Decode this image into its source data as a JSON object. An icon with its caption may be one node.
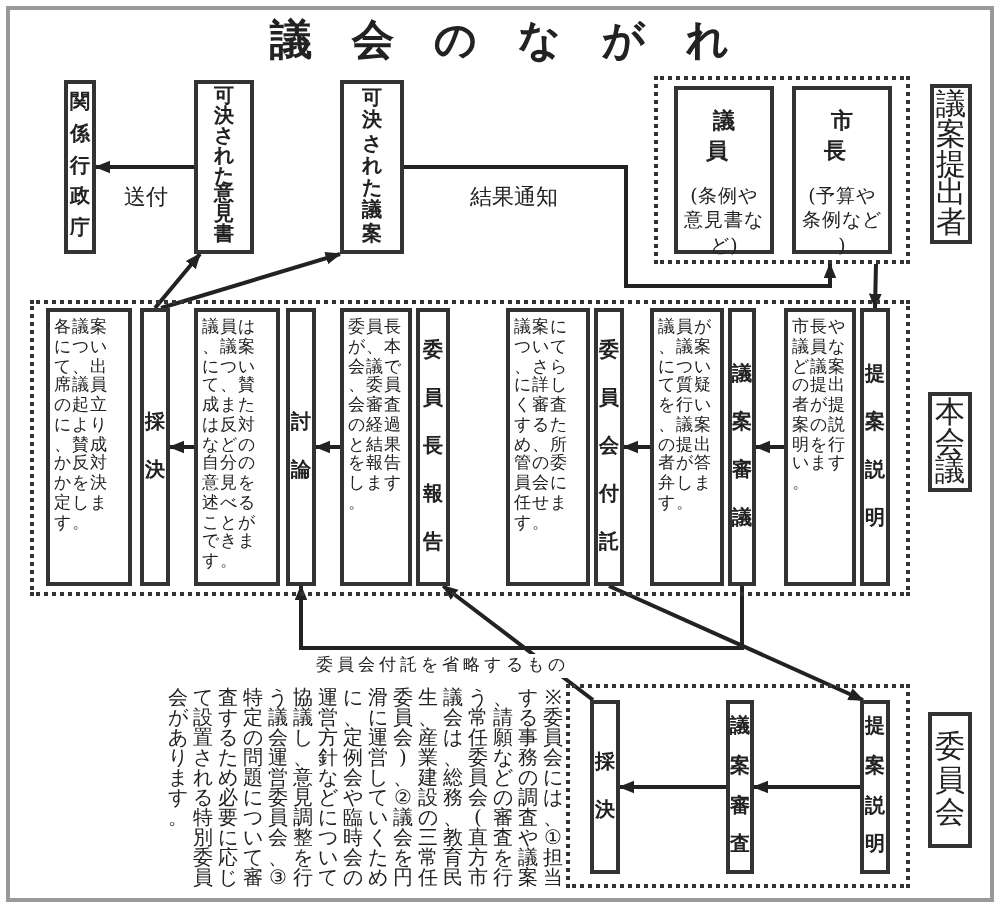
{
  "diagram": {
    "title": "議会のながれ",
    "nodes": [
      {
        "text": [
          "関係行政庁"
        ]
      },
      {
        "text": [
          "可決された意見書"
        ]
      },
      {
        "text": [
          "可決された議案"
        ]
      },
      {
        "text": [],
        "shape": "box"
      },
      {
        "text": [
          "議員",
          "(条例や意見書など)"
        ],
        "in": 3
      },
      {
        "text": [
          "市長",
          "(予算や条例など)"
        ],
        "in": 3
      },
      {
        "text": [
          "議案提出者"
        ]
      },
      {
        "text": [],
        "shape": "box"
      },
      {
        "text": [
          "提案説明"
        ],
        "in": 7
      },
      {
        "text": [
          "市長や議員など議案の提出者が提案の説明を行います。"
        ],
        "in": 7
      },
      {
        "text": [
          "議案審議"
        ],
        "in": 7
      },
      {
        "text": [
          "議員が、議案について質疑を行い、議案の提出者が答弁します。"
        ],
        "in": 7
      },
      {
        "text": [
          "委員会付託"
        ],
        "in": 7
      },
      {
        "text": [
          "議案について、さらに詳しく審査するため、所管の委員会に任せます。"
        ],
        "in": 7
      },
      {
        "text": [
          "委員長報告"
        ],
        "in": 7
      },
      {
        "text": [
          "委員長が、本会議で、委員会審査の経過と結果を報告します。"
        ],
        "in": 7
      },
      {
        "text": [
          "討論"
        ],
        "in": 7
      },
      {
        "text": [
          "議員は、議案について、賛成または反対などの自分の意見を述べることができます。"
        ],
        "in": 7
      },
      {
        "text": [
          "採決"
        ],
        "in": 7
      },
      {
        "text": [
          "各議案について、出席議員の起立により、賛成か反対かを決定します。"
        ],
        "in": 7
      },
      {
        "text": [
          "本会議"
        ]
      },
      {
        "text": [],
        "shape": "box"
      },
      {
        "text": [
          "提案説明"
        ],
        "in": 21
      },
      {
        "text": [
          "議案審査"
        ],
        "in": 21
      },
      {
        "text": [
          "採決"
        ],
        "in": 21
      },
      {
        "text": [
          "委員会"
        ]
      }
    ],
    "edges": [
      {
        "from": 1,
        "to": 0,
        "arrow": "to",
        "label": "送付"
      },
      {
        "from": 18,
        "to": 1,
        "arrow": "to"
      },
      {
        "from": 18,
        "to": 2,
        "arrow": "to"
      },
      {
        "from": 2,
        "to": 3,
        "arrow": "to",
        "label": "結果通知"
      },
      {
        "from": 3,
        "to": 8,
        "arrow": "to"
      },
      {
        "from": 9,
        "to": 10,
        "arrow": "to"
      },
      {
        "from": 11,
        "to": 12,
        "arrow": "to"
      },
      {
        "from": 12,
        "to": 22,
        "arrow": "to"
      },
      {
        "from": 24,
        "to": 14,
        "arrow": "to"
      },
      {
        "from": 15,
        "to": 16,
        "arrow": "to"
      },
      {
        "from": 17,
        "to": 18,
        "arrow": "to"
      },
      {
        "from": 10,
        "to": 16,
        "arrow": "to",
        "label": "委員会付託を省略するもの"
      },
      {
        "from": 22,
        "to": 23,
        "arrow": "to"
      },
      {
        "from": 23,
        "to": 24,
        "arrow": "to"
      }
    ],
    "labels": [
      "※委員会には、①担当する事務の調査や議案、請願などの審査を行う常任委員会(直方市議会は、総務、教育民生、産業建設の三常任委員会)、②議会を円滑に運営していくために、定例会や臨時会の運営方針などについて協議し、意見調整を行う議会運営委員会、③特定の問題について審査するため必要に応じて設置される特別委員会があります。"
    ]
  }
}
